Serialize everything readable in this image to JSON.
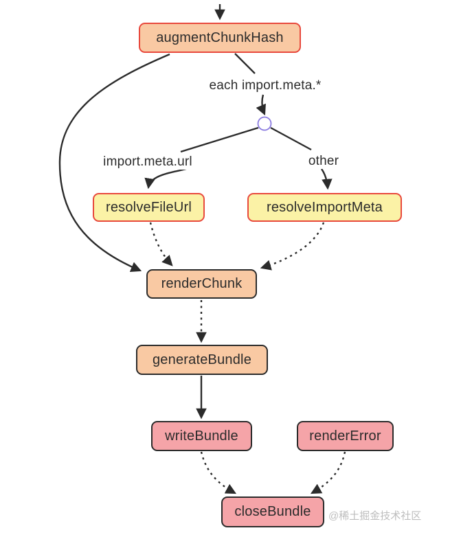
{
  "diagram": {
    "type": "flowchart",
    "nodes": {
      "augmentChunkHash": {
        "label": "augmentChunkHash",
        "fill": "#f9c9a3",
        "border": "#e8483c"
      },
      "resolveFileUrl": {
        "label": "resolveFileUrl",
        "fill": "#fbf2a6",
        "border": "#e8483c"
      },
      "resolveImportMeta": {
        "label": "resolveImportMeta",
        "fill": "#fbf2a6",
        "border": "#e8483c"
      },
      "renderChunk": {
        "label": "renderChunk",
        "fill": "#f9c9a3",
        "border": "#2b2b2b"
      },
      "generateBundle": {
        "label": "generateBundle",
        "fill": "#f9c9a3",
        "border": "#2b2b2b"
      },
      "writeBundle": {
        "label": "writeBundle",
        "fill": "#f5a4a8",
        "border": "#2b2b2b"
      },
      "renderError": {
        "label": "renderError",
        "fill": "#f5a4a8",
        "border": "#2b2b2b"
      },
      "closeBundle": {
        "label": "closeBundle",
        "fill": "#f5a4a8",
        "border": "#2b2b2b"
      }
    },
    "edge_labels": {
      "each_import_meta": "each import.meta.*",
      "import_meta_url": "import.meta.url",
      "other": "other"
    },
    "edges": [
      {
        "from": "start",
        "to": "augmentChunkHash",
        "style": "solid"
      },
      {
        "from": "augmentChunkHash",
        "to": "junction",
        "style": "solid",
        "label": "each import.meta.*"
      },
      {
        "from": "junction",
        "to": "resolveFileUrl",
        "style": "solid",
        "label": "import.meta.url"
      },
      {
        "from": "junction",
        "to": "resolveImportMeta",
        "style": "solid",
        "label": "other"
      },
      {
        "from": "augmentChunkHash",
        "to": "renderChunk",
        "style": "solid"
      },
      {
        "from": "resolveFileUrl",
        "to": "renderChunk",
        "style": "dashed"
      },
      {
        "from": "resolveImportMeta",
        "to": "renderChunk",
        "style": "dashed"
      },
      {
        "from": "renderChunk",
        "to": "generateBundle",
        "style": "dashed"
      },
      {
        "from": "generateBundle",
        "to": "writeBundle",
        "style": "solid"
      },
      {
        "from": "writeBundle",
        "to": "closeBundle",
        "style": "dashed"
      },
      {
        "from": "renderError",
        "to": "closeBundle",
        "style": "dashed"
      }
    ],
    "colors": {
      "background": "#ffffff",
      "line": "#2b2b2b",
      "node_text": "#2b2b2b",
      "orange_fill": "#f9c9a3",
      "yellow_fill": "#fbf2a6",
      "pink_fill": "#f5a4a8",
      "red_border": "#e8483c",
      "dark_border": "#2b2b2b",
      "junction_circle_border": "#8a7ae0",
      "watermark": "#bdbdbd"
    },
    "watermark": {
      "text": "@稀土掘金技术社区"
    }
  }
}
